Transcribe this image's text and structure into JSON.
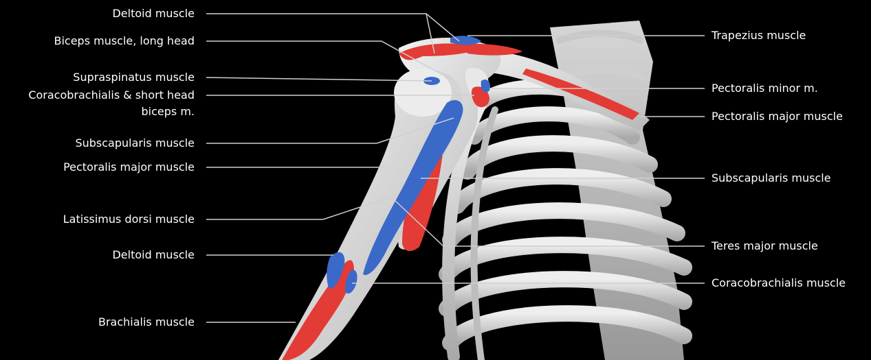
{
  "colors": {
    "background": "#000000",
    "bone": "#e6e6e6",
    "bone_shadow": "#9a9a9a",
    "origin": "#e33b35",
    "insertion": "#3a69c8",
    "label_text": "#ffffff",
    "leader_line": "#cfcfcf"
  },
  "labels": {
    "left": [
      "Deltoid muscle",
      "Biceps muscle, long head",
      "Supraspinatus muscle",
      "Coracobrachialis & short head",
      "biceps m.",
      "Subscapularis muscle",
      "Pectoralis major muscle",
      "Latissimus dorsi muscle",
      "Deltoid muscle",
      "Brachialis muscle"
    ],
    "right": [
      "Trapezius muscle",
      "Pectoralis minor m.",
      "Pectoralis major muscle",
      "Subscapularis muscle",
      "Teres major muscle",
      "Coracobrachialis muscle"
    ]
  }
}
